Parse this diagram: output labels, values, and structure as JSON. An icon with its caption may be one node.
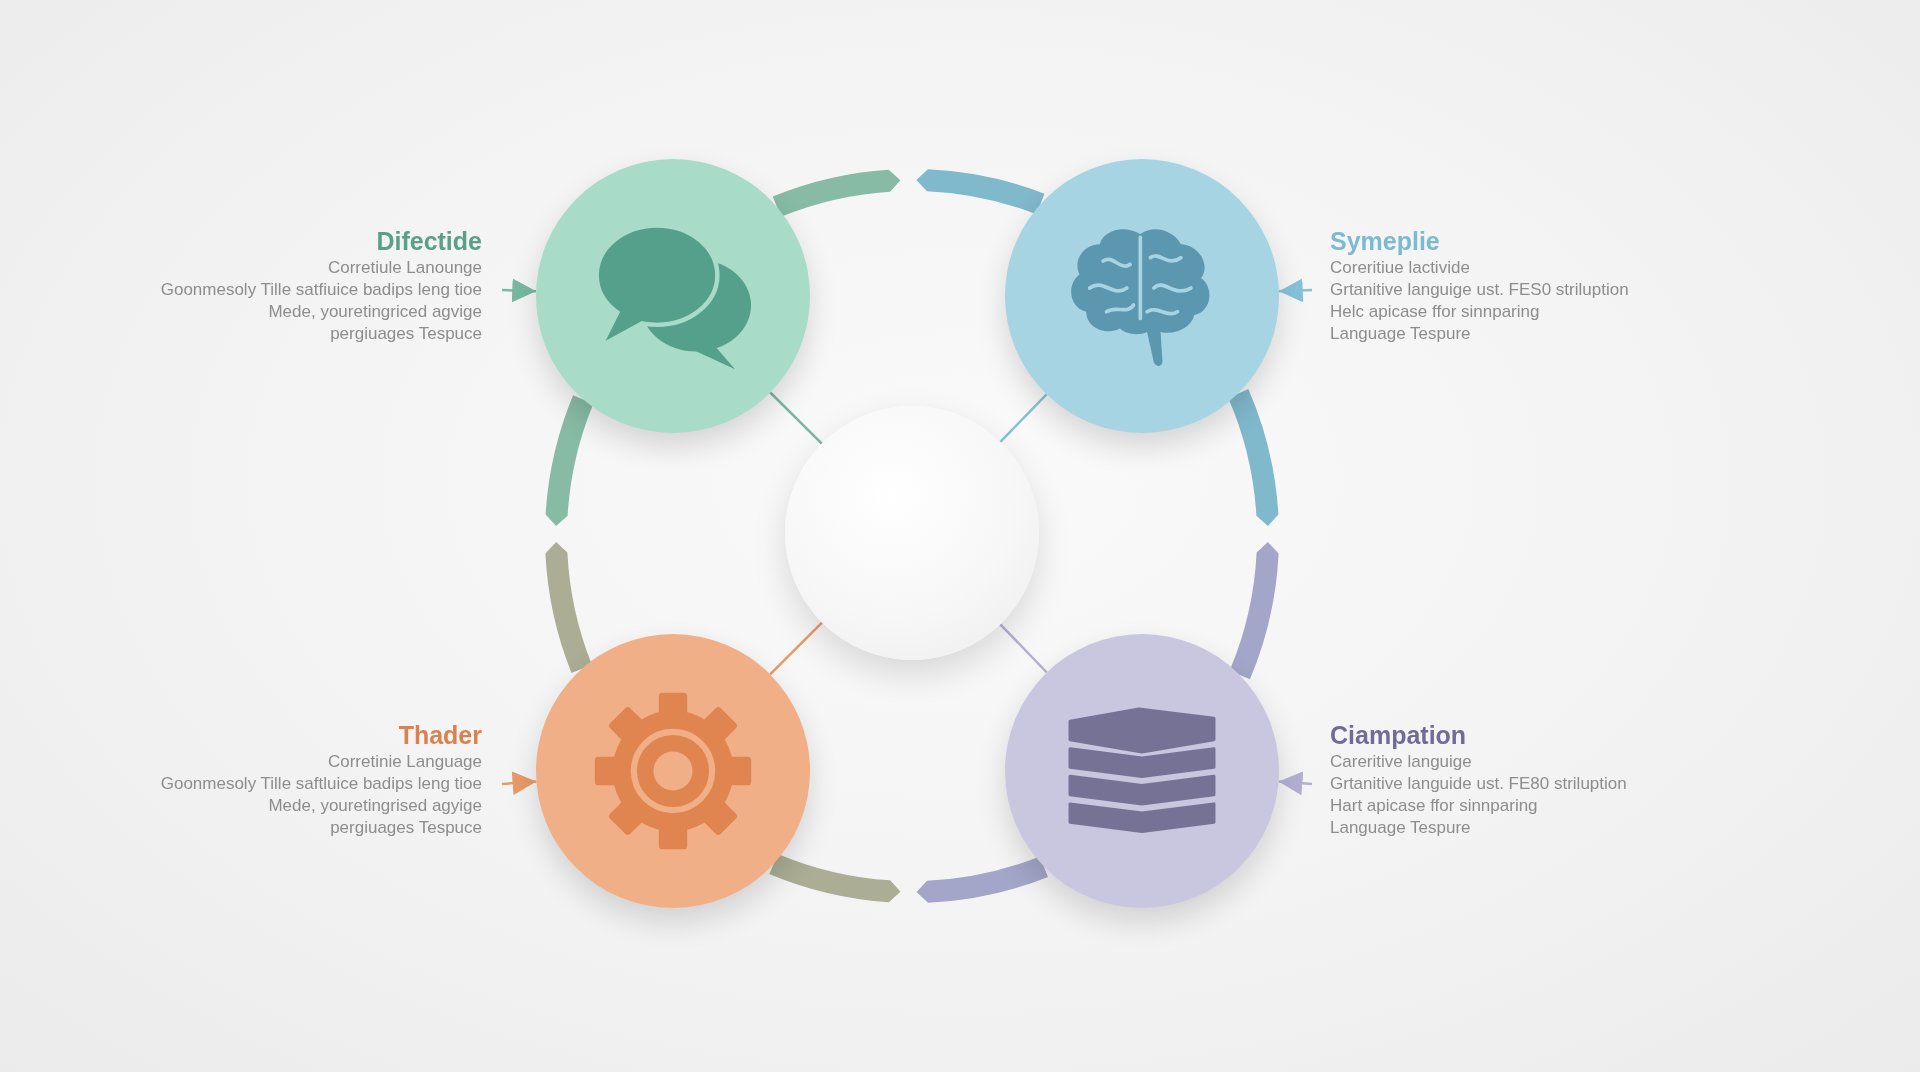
{
  "diagram": {
    "nodes": [
      {
        "text": [
          "Difectide",
          "Corretiule Lanounge",
          "Goonmesoly Tille satfiuice badips leng tioe",
          "Mede, youretingriced agvige",
          "pergiuages Tespuce"
        ]
      },
      {
        "text": [],
        "shape": "circle"
      },
      {
        "text": [],
        "shape": "circle"
      },
      {
        "text": [
          "Symeplie",
          "Coreritiue lactivide",
          "Grtanitive languige ust. FES0 striluption",
          "Helc apicase ffor sinnparing",
          "Language Tespure"
        ]
      },
      {
        "text": [],
        "shape": "circle"
      },
      {
        "text": [
          "Thader",
          "Corretinie Language",
          "Goonmesoly Tille saftluice badips leng tioe",
          "Mede, youretingrised agyige",
          "pergiuages Tespuce"
        ]
      },
      {
        "text": [],
        "shape": "circle"
      },
      {
        "text": [],
        "shape": "circle"
      },
      {
        "text": [
          "Ciampation",
          "Careritive languige",
          "Grtanitive languide ust. FE80 striluption",
          "Hart apicase ffor sinnparing",
          "Language Tespure"
        ]
      }
    ],
    "edges": [
      {
        "from": 0,
        "to": 1,
        "arrow": "to"
      },
      {
        "from": 3,
        "to": 2,
        "arrow": "to"
      },
      {
        "from": 5,
        "to": 6,
        "arrow": "to",
        "color": "#e99a67"
      },
      {
        "from": 8,
        "to": 7,
        "arrow": "to"
      },
      {
        "from": 4,
        "to": 1,
        "arrow": "none"
      },
      {
        "from": 4,
        "to": 2,
        "arrow": "none"
      },
      {
        "from": 4,
        "to": 6,
        "arrow": "none",
        "color": "#e99a67"
      },
      {
        "from": 4,
        "to": 7,
        "arrow": "none"
      },
      {
        "from": 1,
        "to": 2,
        "arrow": "none"
      },
      {
        "from": 2,
        "to": 7,
        "arrow": "none"
      },
      {
        "from": 1,
        "to": 6,
        "arrow": "none"
      },
      {
        "from": 6,
        "to": 7,
        "arrow": "none"
      }
    ]
  }
}
